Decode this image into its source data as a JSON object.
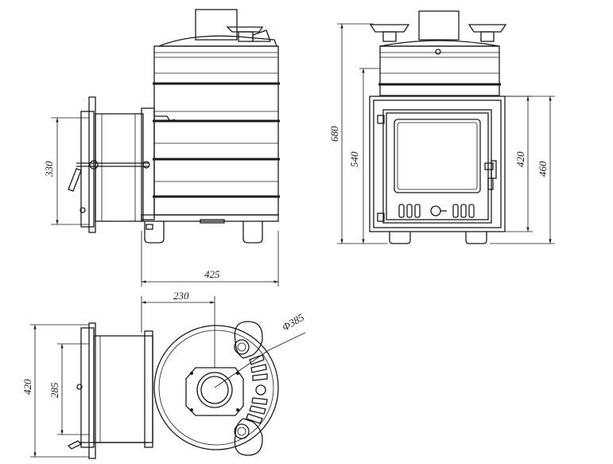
{
  "dimensions": {
    "side_depth": "425",
    "side_door_height": "330",
    "front_total_height": "680",
    "front_body_height": "540",
    "front_door_height": "420",
    "front_box_height": "460",
    "top_offset": "230",
    "top_diameter": "Φ385",
    "top_width": "420",
    "top_door_width": "285"
  },
  "colors": {
    "line": "#1a1a1a",
    "background": "#ffffff"
  }
}
